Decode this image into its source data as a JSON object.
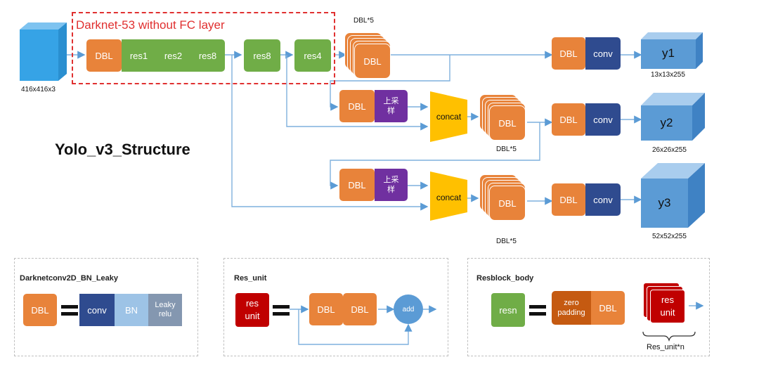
{
  "diagram": {
    "title": "Yolo_v3_Structure",
    "backbone_label": "Darknet-53 without FC layer",
    "input_label": "416x416x3",
    "blocks": {
      "dbl": "DBL",
      "res1": "res1",
      "res2": "res2",
      "res8": "res8",
      "res4": "res4",
      "conv": "conv",
      "upsample": "上采\n样",
      "concat": "concat"
    },
    "dbl5_label": "DBL*5",
    "outputs": [
      {
        "name": "y1",
        "shape": "13x13x255"
      },
      {
        "name": "y2",
        "shape": "26x26x255"
      },
      {
        "name": "y3",
        "shape": "52x52x255"
      }
    ]
  },
  "legend": {
    "dbl_def": {
      "title": "Darknetconv2D_BN_Leaky",
      "lhs": "DBL",
      "parts": [
        "conv",
        "BN",
        "Leaky\nrelu"
      ]
    },
    "res_unit": {
      "title": "Res_unit",
      "lhs": "res\nunit",
      "parts": [
        "DBL",
        "DBL"
      ],
      "add": "add"
    },
    "resblock": {
      "title": "Resblock_body",
      "lhs": "resn",
      "parts": [
        "zero\npadding",
        "DBL"
      ],
      "stack": "res\nunit",
      "stack_label": "Res_unit*n"
    }
  },
  "colors": {
    "dbl": "#e8833a",
    "res": "#70ad47",
    "conv": "#2f4b8f",
    "upsample": "#7030a0",
    "concat": "#ffc000",
    "output": "#5b9bd5",
    "res_unit": "#c00000",
    "arrow": "#5b9bd5"
  }
}
